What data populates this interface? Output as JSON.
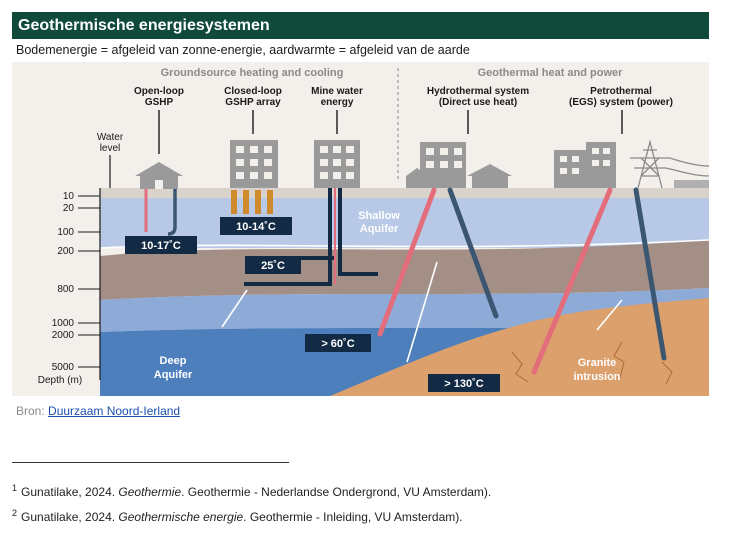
{
  "header": {
    "title": "Geothermische energiesystemen",
    "subtitle": "Bodemenergie = afgeleid van zonne-energie, aardwarmte = afgeleid van de aarde"
  },
  "figure": {
    "section_left": "Groundsource heating and cooling",
    "section_right": "Geothermal heat and power",
    "system_labels": {
      "open_loop": [
        "Open-loop",
        "GSHP"
      ],
      "closed_loop": [
        "Closed-loop",
        "GSHP array"
      ],
      "mine_water": [
        "Mine water",
        "energy"
      ],
      "hydrothermal": [
        "Hydrothermal system",
        "(Direct use heat)"
      ],
      "petrothermal": [
        "Petrothermal",
        "(EGS) system (power)"
      ]
    },
    "water_level": [
      "Water",
      "level"
    ],
    "depth_ticks": [
      "10",
      "20",
      "100",
      "200",
      "800",
      "1000",
      "2000",
      "5000"
    ],
    "depth_unit": "Depth (m)",
    "layers": {
      "shallow_aquifer": [
        "Shallow",
        "Aquifer"
      ],
      "deep_aquifer": [
        "Deep",
        "Aquifer"
      ],
      "granite": [
        "Granite",
        "intrusion"
      ]
    },
    "temperatures": {
      "open_loop": "10-17˚C",
      "closed_loop": "10-14˚C",
      "mine_water": "25˚C",
      "hydrothermal": "> 60˚C",
      "petrothermal": "> 130˚C"
    },
    "colors": {
      "bg": "#f3f0ec",
      "shallow_aquifer": "#b7c9e6",
      "brown_layer": "#a48f86",
      "mid_blue": "#8eaad7",
      "deep_blue": "#4d7fbd",
      "granite": "#dba06c",
      "label_box": "#132a45",
      "pipe_hot": "#e36d7b",
      "pipe_cold": "#3b5670",
      "building": "#9a9a9a"
    }
  },
  "source": {
    "prefix": "Bron:",
    "link_text": "Duurzaam Noord-Ierland"
  },
  "footnotes": [
    {
      "num": "1",
      "pre": "Gunatilake, 2024. ",
      "italic": "Geothermie",
      "post": ". Geothermie - Nederlandse Ondergrond, VU Amsterdam)."
    },
    {
      "num": "2",
      "pre": "Gunatilake, 2024. ",
      "italic": "Geothermische energie",
      "post": ". Geothermie - Inleiding, VU Amsterdam)."
    }
  ]
}
